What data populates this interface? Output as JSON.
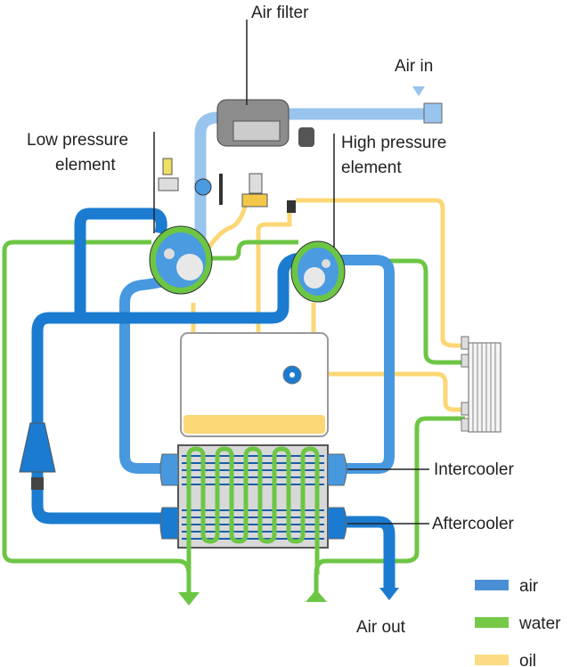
{
  "labels": {
    "air_filter": "Air filter",
    "air_in": "Air in",
    "low_pressure_line1": "Low pressure",
    "low_pressure_line2": "element",
    "high_pressure_line1": "High pressure",
    "high_pressure_line2": "element",
    "intercooler": "Intercooler",
    "aftercooler": "Aftercooler",
    "air_out": "Air out"
  },
  "legend": [
    {
      "label": "air",
      "color": "#4a8fd6"
    },
    {
      "label": "water",
      "color": "#74c947"
    },
    {
      "label": "oil",
      "color": "#fbdc84"
    }
  ],
  "colors": {
    "air_dark": "#1a7bd0",
    "air_medium": "#4798de",
    "air_light": "#98c4ee",
    "water": "#6cc644",
    "oil": "#fbd776"
  }
}
